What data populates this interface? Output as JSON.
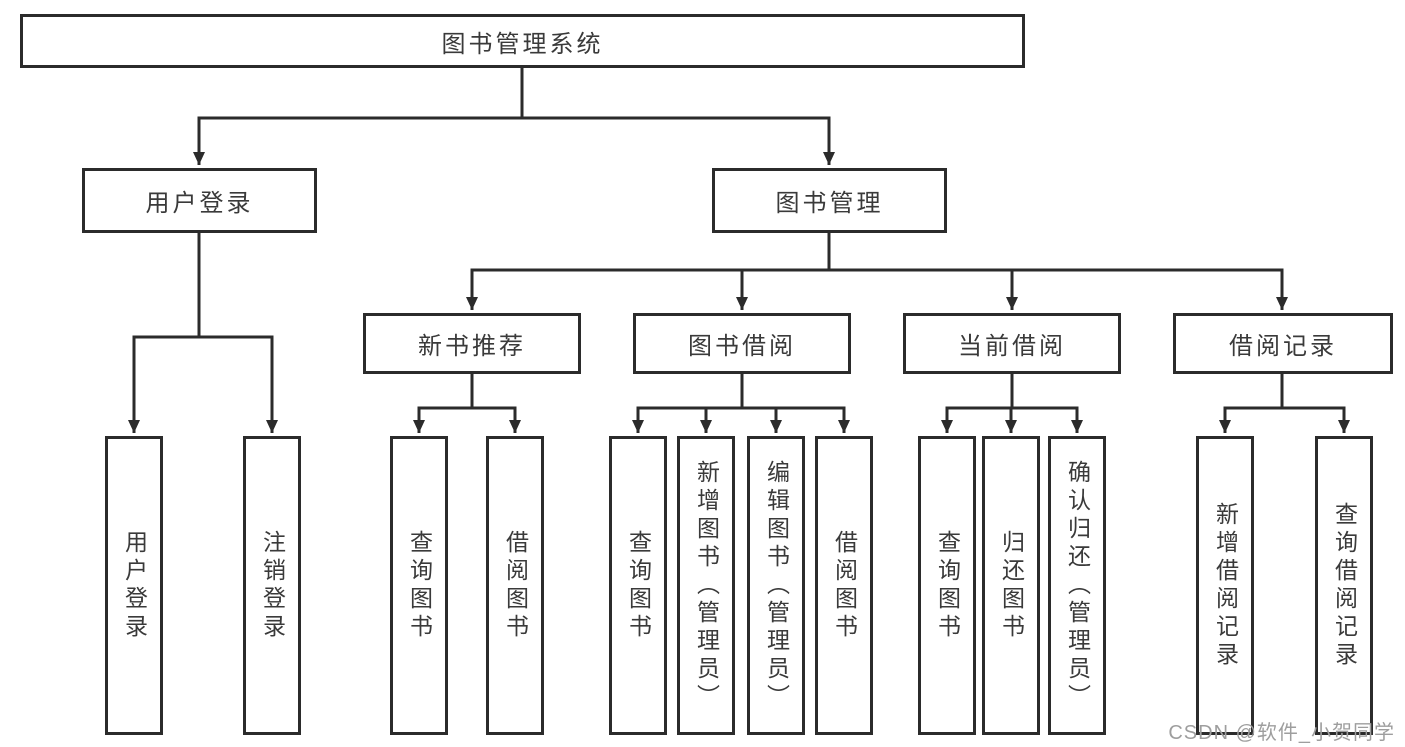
{
  "diagram": {
    "root_label": "图书管理系统",
    "branches": [
      {
        "label": "用户登录",
        "children": [
          {
            "label": "用户登录"
          },
          {
            "label": "注销登录"
          }
        ]
      },
      {
        "label": "图书管理",
        "children": [
          {
            "label": "新书推荐",
            "children": [
              {
                "label": "查询图书"
              },
              {
                "label": "借阅图书"
              }
            ]
          },
          {
            "label": "图书借阅",
            "children": [
              {
                "label": "查询图书"
              },
              {
                "label": "新增图书（管理员）"
              },
              {
                "label": "编辑图书（管理员）"
              },
              {
                "label": "借阅图书"
              }
            ]
          },
          {
            "label": "当前借阅",
            "children": [
              {
                "label": "查询图书"
              },
              {
                "label": "归还图书"
              },
              {
                "label": "确认归还（管理员）"
              }
            ]
          },
          {
            "label": "借阅记录",
            "children": [
              {
                "label": "新增借阅记录"
              },
              {
                "label": "查询借阅记录"
              }
            ]
          }
        ]
      }
    ]
  },
  "watermark": {
    "text": "CSDN @软件_小贺同学"
  },
  "colors": {
    "line": "#2b2b2b",
    "box_border": "#2b2b2b",
    "text": "#3a3a3a",
    "watermark": "#9e9e9e",
    "background": "#ffffff"
  }
}
